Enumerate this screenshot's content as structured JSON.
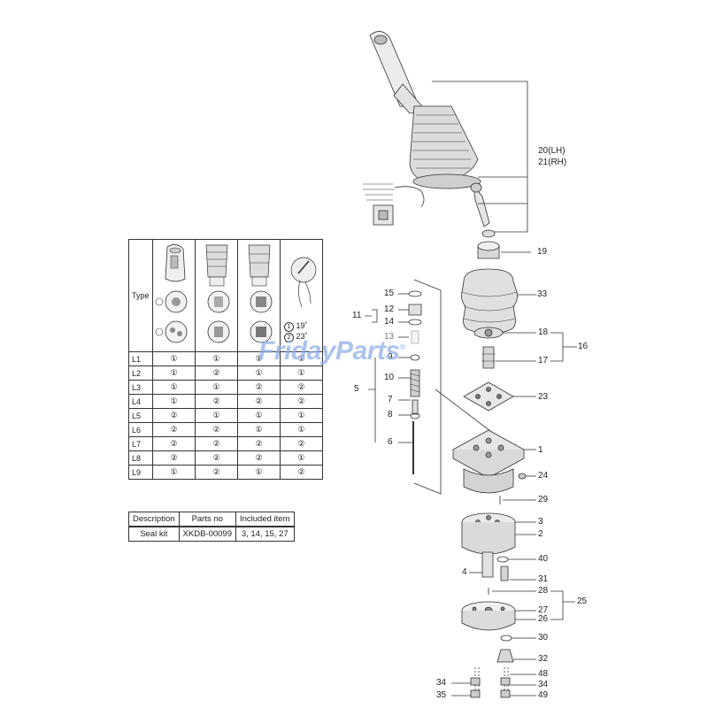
{
  "type_table": {
    "header": "Type",
    "angle_options": [
      "19˚",
      "23˚"
    ],
    "rows": [
      {
        "label": "L1",
        "values": [
          "①",
          "①",
          "①",
          "①"
        ]
      },
      {
        "label": "L2",
        "values": [
          "①",
          "②",
          "①",
          "①"
        ]
      },
      {
        "label": "L3",
        "values": [
          "①",
          "①",
          "②",
          "②"
        ]
      },
      {
        "label": "L4",
        "values": [
          "①",
          "②",
          "②",
          "②"
        ]
      },
      {
        "label": "L5",
        "values": [
          "②",
          "①",
          "①",
          "①"
        ]
      },
      {
        "label": "L6",
        "values": [
          "②",
          "②",
          "①",
          "①"
        ]
      },
      {
        "label": "L7",
        "values": [
          "②",
          "②",
          "②",
          "②"
        ]
      },
      {
        "label": "L8",
        "values": [
          "②",
          "②",
          "②",
          "①"
        ]
      },
      {
        "label": "L9",
        "values": [
          "①",
          "②",
          "①",
          "②"
        ]
      }
    ]
  },
  "seal_table": {
    "headers": [
      "Description",
      "Parts no",
      "Included item"
    ],
    "row": [
      "Seal kit",
      "XKDB-00099",
      "3, 14, 15, 27"
    ]
  },
  "watermark": "FridayParts",
  "callouts": {
    "c20": "20(LH)",
    "c21": "21(RH)",
    "c19": "19",
    "c33": "33",
    "c18": "18",
    "c17": "17",
    "c16": "16",
    "c23": "23",
    "c1": "1",
    "c24": "24",
    "c29": "29",
    "c3": "3",
    "c2": "2",
    "c40": "40",
    "c4": "4",
    "c31": "31",
    "c28": "28",
    "c27": "27",
    "c26": "26",
    "c25": "25",
    "c30": "30",
    "c32": "32",
    "c48": "48",
    "c34r": "34",
    "c49": "49",
    "c34l": "34",
    "c35": "35",
    "c15": "15",
    "c12": "12",
    "c14": "14",
    "c11": "11",
    "c13": "13",
    "c9": "9",
    "c10": "10",
    "c5": "5",
    "c7": "7",
    "c8": "8",
    "c6": "6"
  }
}
